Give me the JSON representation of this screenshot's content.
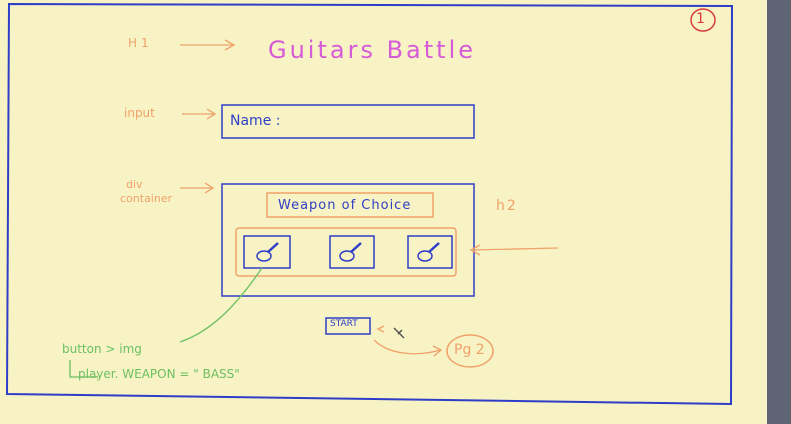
{
  "page_number": "1",
  "annotations": {
    "h1": "H1",
    "input": "input",
    "div": "div",
    "container": "container",
    "h2": "h2",
    "button_img": "button > img",
    "player_weapon": "player. WEAPON = \" BASS\"",
    "pg2": "Pg 2"
  },
  "ui": {
    "title": "Guitars Battle",
    "name_field": "Name :",
    "weapon_heading": "Weapon of Choice",
    "start_button": "START"
  },
  "colors": {
    "paper": "#f7f3c4",
    "wireframe_blue": "#2f3ec7",
    "annotation_orange": "#f0a26a",
    "annotation_green": "#6cbf61",
    "title_magenta": "#d75bd8",
    "page_marker_red": "#d73b3b"
  },
  "icons": [
    "guitar-icon",
    "guitar-icon",
    "guitar-icon"
  ]
}
